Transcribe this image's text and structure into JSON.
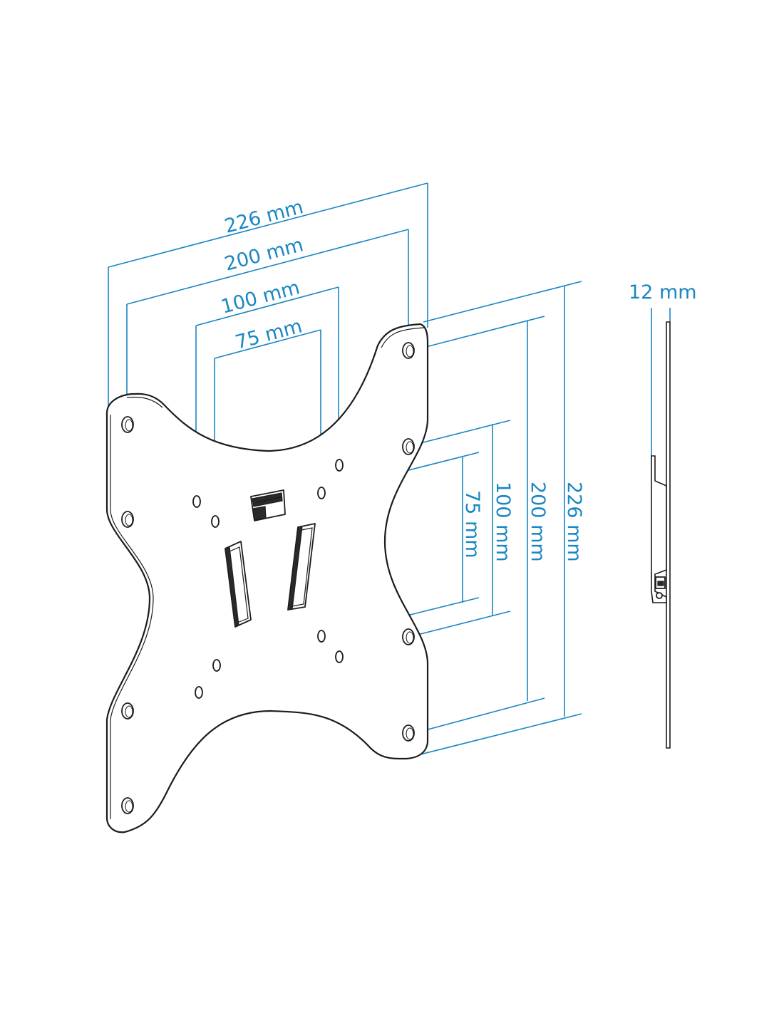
{
  "diagram": {
    "accent_color": "#1a86c2",
    "line_color": "#1c1c1c",
    "horizontal_dimensions": [
      {
        "id": "h226",
        "label": "226 mm"
      },
      {
        "id": "h200",
        "label": "200 mm"
      },
      {
        "id": "h100",
        "label": "100 mm"
      },
      {
        "id": "h75",
        "label": "75 mm"
      }
    ],
    "vertical_dimensions": [
      {
        "id": "v75",
        "label": "75 mm"
      },
      {
        "id": "v100",
        "label": "100 mm"
      },
      {
        "id": "v200",
        "label": "200 mm"
      },
      {
        "id": "v226",
        "label": "226 mm"
      }
    ],
    "thickness": {
      "label": "12 mm"
    }
  }
}
